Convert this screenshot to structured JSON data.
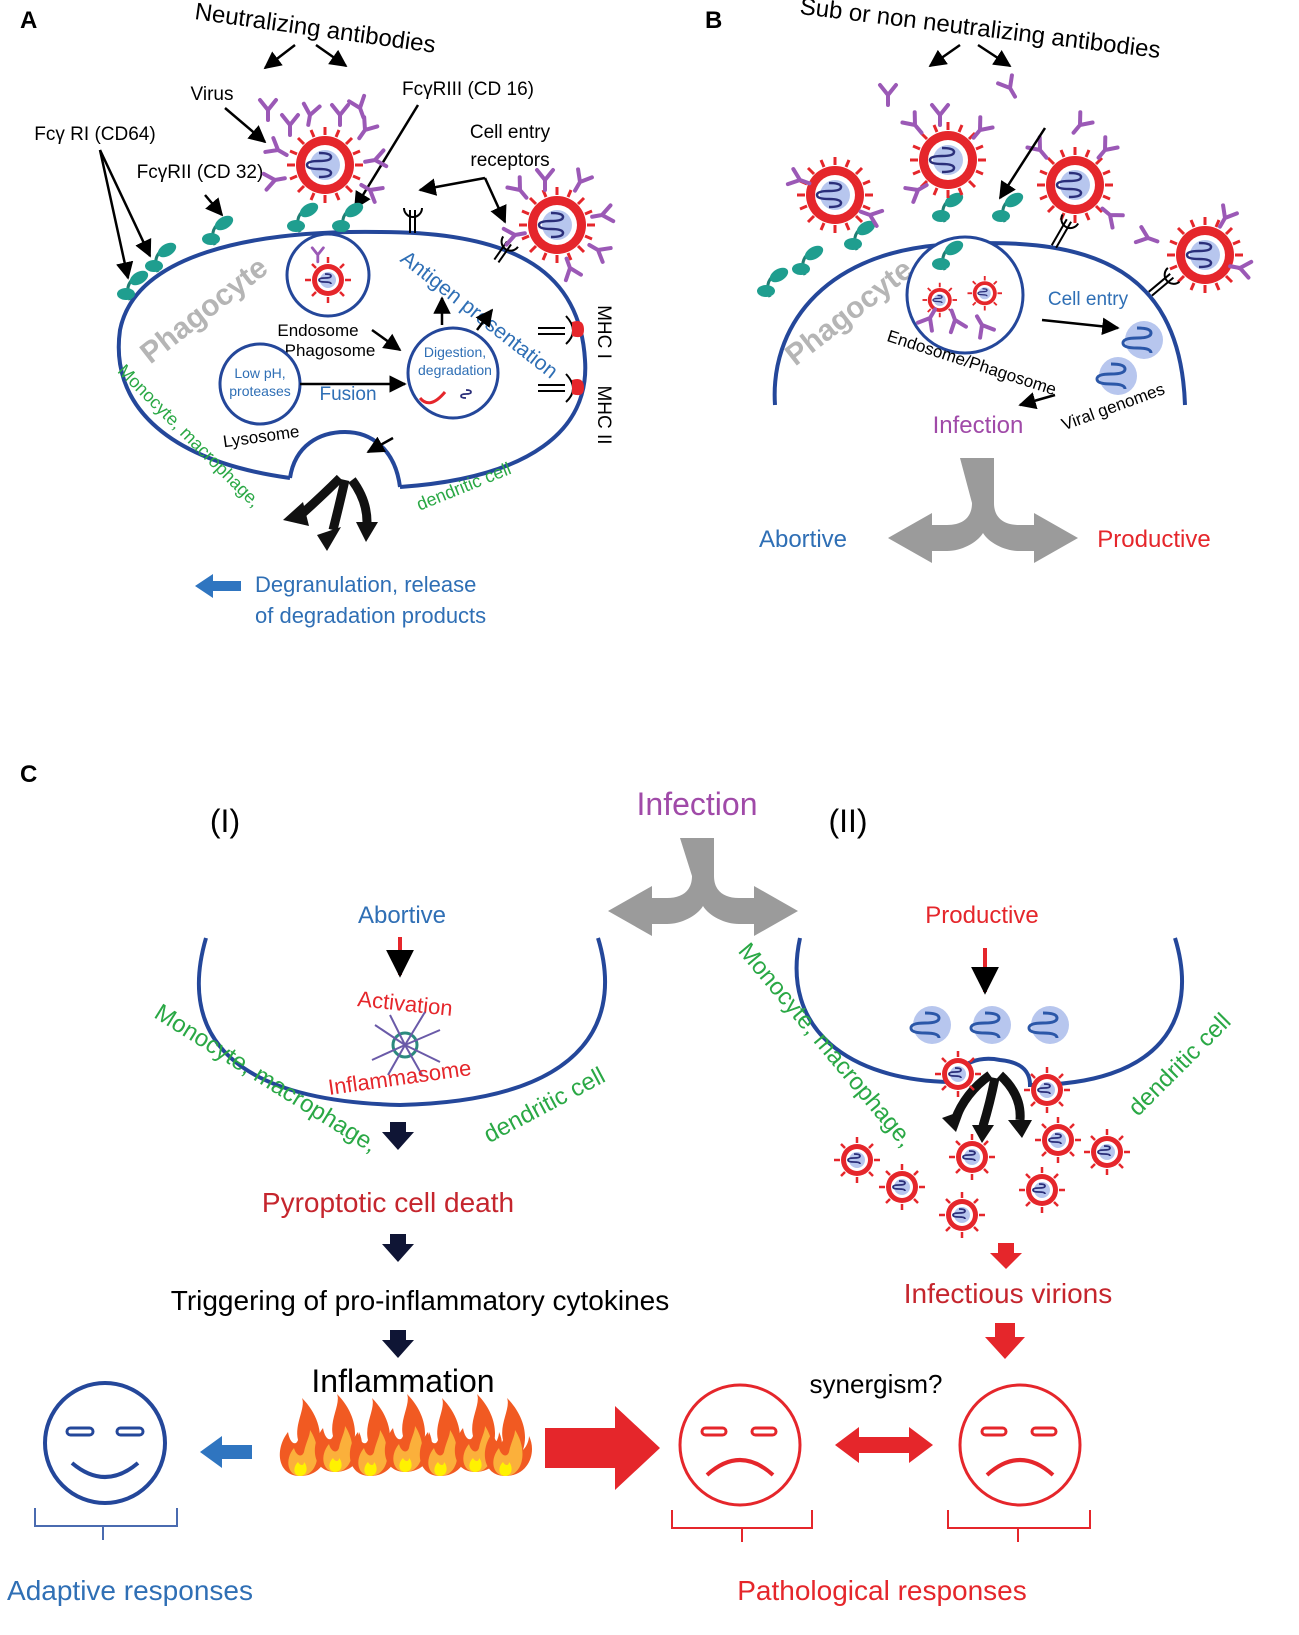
{
  "panel_a": {
    "letter": "A",
    "neutralizing_antibodies": "Neutralizing antibodies",
    "virus": "Virus",
    "fcgriii": "FcγRIII (CD 16)",
    "fcgri": "Fcγ RI (CD64)",
    "fcgrii": "FcγRII (CD 32)",
    "cell_entry_1": "Cell entry",
    "cell_entry_2": "receptors",
    "phagocyte": "Phagocyte",
    "antigen_presentation": "Antigen presentation",
    "endosome": "Endosome",
    "phagosome": "Phagosome",
    "digestion_1": "Digestion,",
    "digestion_2": "degradation",
    "low_ph_1": "Low pH,",
    "low_ph_2": "proteases",
    "lysosome": "Lysosome",
    "fusion": "Fusion",
    "mhc1": "MHC I",
    "mhc2": "MHC II",
    "cell_types_left": "Monocyte, macrophage,",
    "cell_types_right": "dendritic cell",
    "degranulation_1": "Degranulation, release",
    "degranulation_2": "of degradation products"
  },
  "panel_b": {
    "letter": "B",
    "sub_antibodies": "Sub or non neutralizing antibodies",
    "phagocyte": "Phagocyte",
    "cell_entry": "Cell entry",
    "endosome_phagosome": "Endosome/Phagosome",
    "viral_genomes": "Viral genomes",
    "infection": "Infection",
    "abortive": "Abortive",
    "productive": "Productive"
  },
  "panel_c": {
    "letter": "C",
    "roman_1": "(I)",
    "roman_2": "(II)",
    "infection": "Infection",
    "abortive": "Abortive",
    "productive": "Productive",
    "activation": "Activation",
    "inflammasome": "Inflammasome",
    "cell_types_left_1": "Monocyte, macrophage,",
    "cell_types_right_1": "dendritic cell",
    "cell_types_left_2": "Monocyte, macrophage,",
    "cell_types_right_2": "dendritic cell",
    "pyroptotic": "Pyroptotic cell death",
    "triggering": "Triggering of pro-inflammatory cytokines",
    "inflammation": "Inflammation",
    "infectious_virions": "Infectious virions",
    "synergism": "synergism?",
    "adaptive": "Adaptive responses",
    "pathological": "Pathological responses"
  },
  "colors": {
    "blue_text": "#2f6fb5",
    "cell_outline": "#24479a",
    "green": "#2aa845",
    "red": "#e5262b",
    "dark_red": "#c5252d",
    "purple": "#a04aa8",
    "gray": "#9b9b9b",
    "teal": "#1f9e8f",
    "navy_arrow": "#0f1535"
  }
}
